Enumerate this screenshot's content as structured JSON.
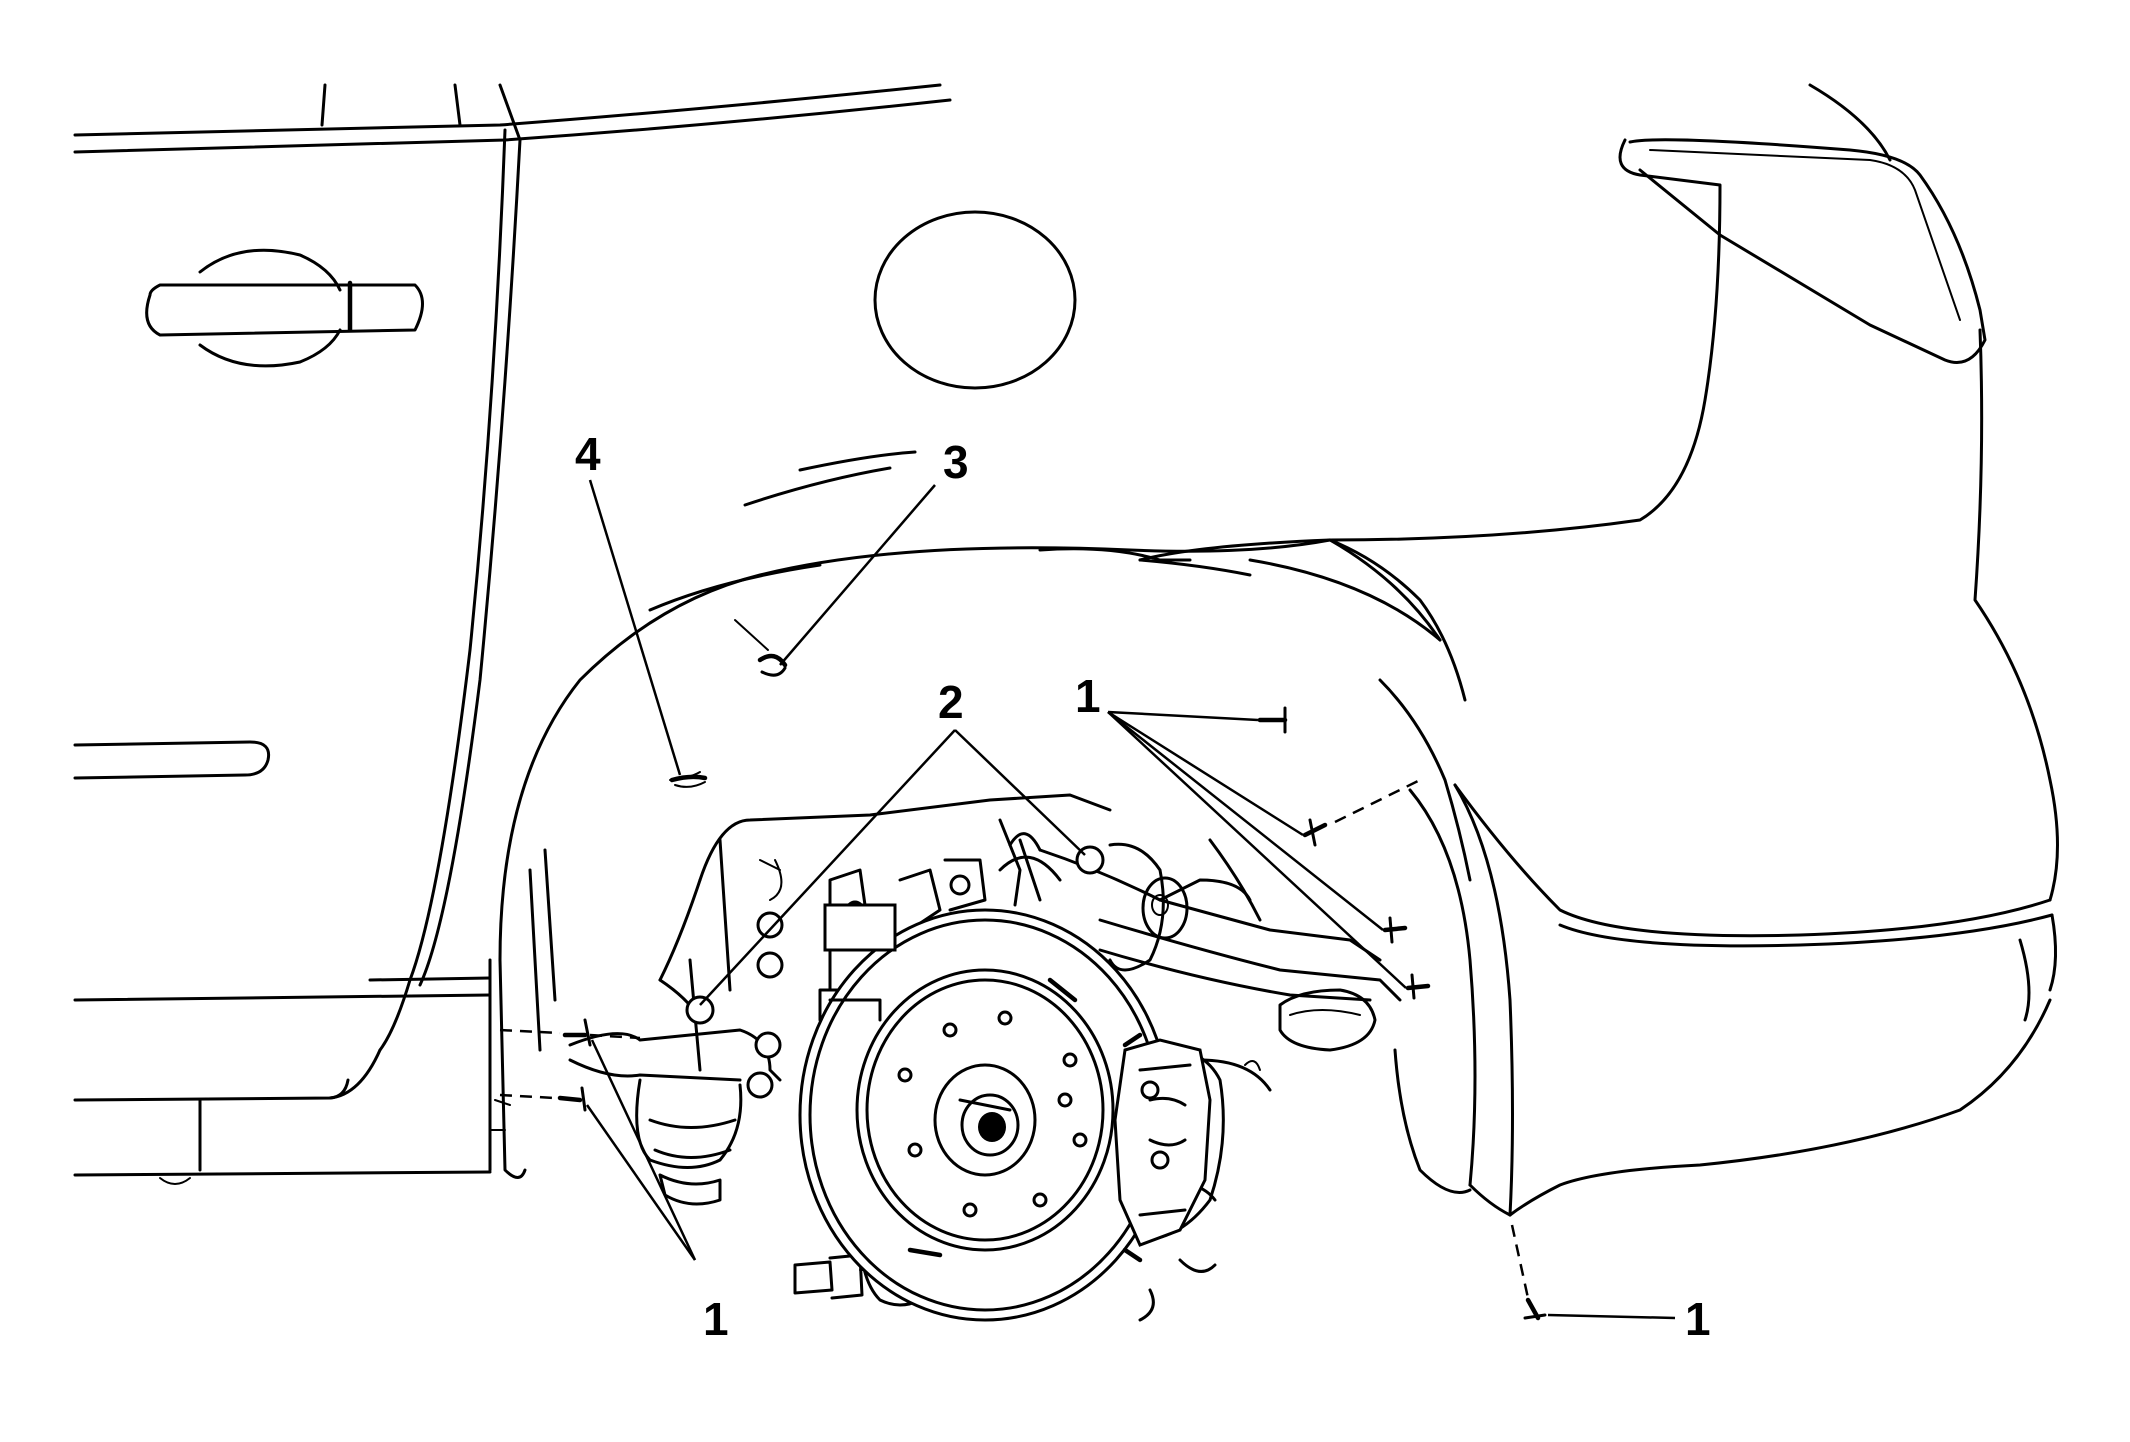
{
  "callouts": {
    "c1a": "1",
    "c1b": "1",
    "c1c": "1",
    "c2": "2",
    "c3": "3",
    "c4": "4"
  }
}
